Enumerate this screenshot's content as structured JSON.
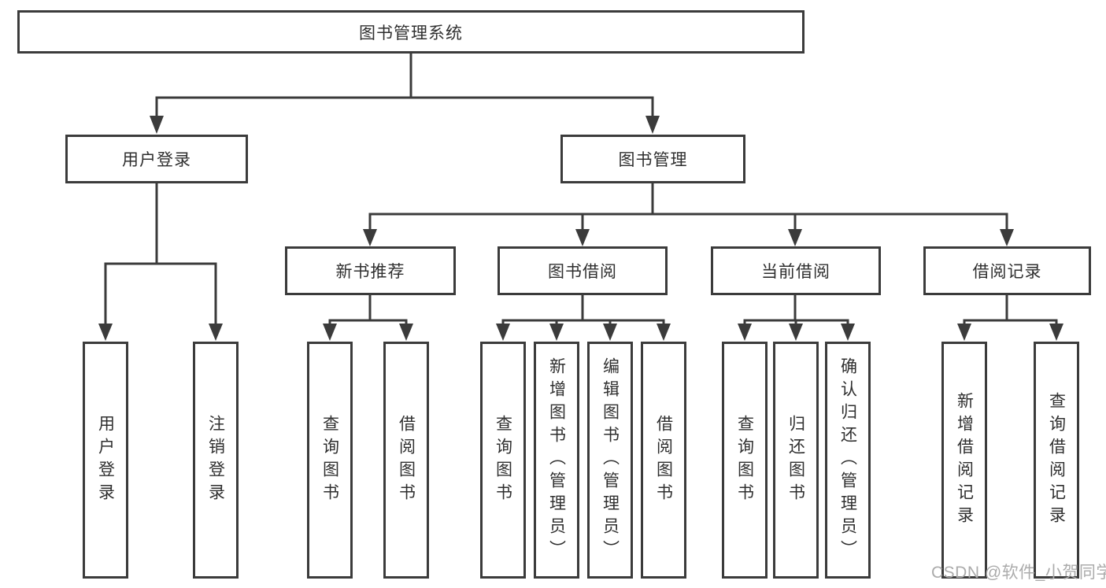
{
  "diagram": {
    "tree": {
      "label": "图书管理系统",
      "children": [
        {
          "label": "用户登录",
          "children": [
            {
              "label": "用户登录"
            },
            {
              "label": "注销登录"
            }
          ]
        },
        {
          "label": "图书管理",
          "children": [
            {
              "label": "新书推荐",
              "children": [
                {
                  "label": "查询图书"
                },
                {
                  "label": "借阅图书"
                }
              ]
            },
            {
              "label": "图书借阅",
              "children": [
                {
                  "label": "查询图书"
                },
                {
                  "label": "新增图书（管理员）"
                },
                {
                  "label": "编辑图书（管理员）"
                },
                {
                  "label": "借阅图书"
                }
              ]
            },
            {
              "label": "当前借阅",
              "children": [
                {
                  "label": "查询图书"
                },
                {
                  "label": "归还图书"
                },
                {
                  "label": "确认归还（管理员）"
                }
              ]
            },
            {
              "label": "借阅记录",
              "children": [
                {
                  "label": "新增借阅记录"
                },
                {
                  "label": "查询借阅记录"
                }
              ]
            }
          ]
        }
      ]
    }
  },
  "watermark": {
    "text": "CSDN @软件_小贺同学"
  },
  "colors": {
    "line": "#3b3b3b",
    "text": "#2f2f2f",
    "watermark": "#ababab",
    "background": "#ffffff"
  }
}
